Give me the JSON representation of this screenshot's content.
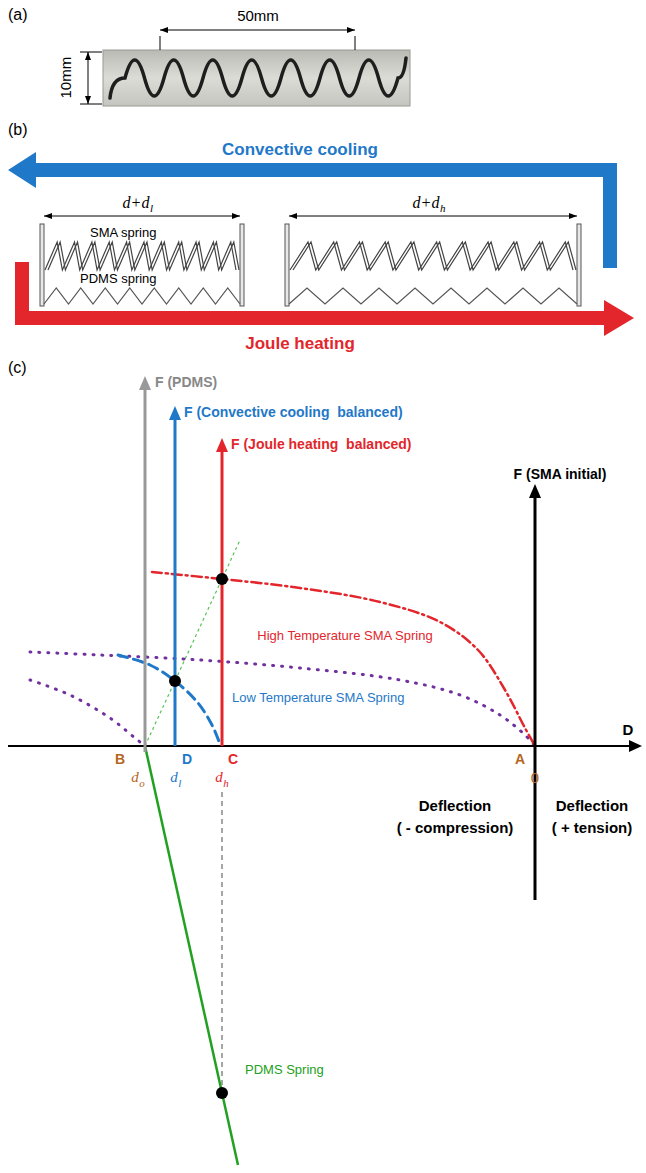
{
  "diagram": {
    "labels": [
      "(a)",
      "50mm",
      "10mm",
      "(b)",
      "Convective cooling",
      "d+d",
      "l",
      "SMA spring",
      "PDMS spring",
      "d+d",
      "h",
      "Joule heating",
      "(c)",
      "F (PDMS)",
      "F (Convective cooling  balanced)",
      "F (Joule heating  balanced)",
      "F (SMA initial)",
      "High Temperature SMA Spring",
      "Low Temperature SMA Spring",
      "B",
      "D",
      "C",
      "A",
      "D",
      "d",
      "o",
      "d",
      "l",
      "d",
      "h",
      "0",
      "Deflection",
      "( - compression)",
      "Deflection",
      "( + tension)",
      "PDMS Spring"
    ]
  }
}
